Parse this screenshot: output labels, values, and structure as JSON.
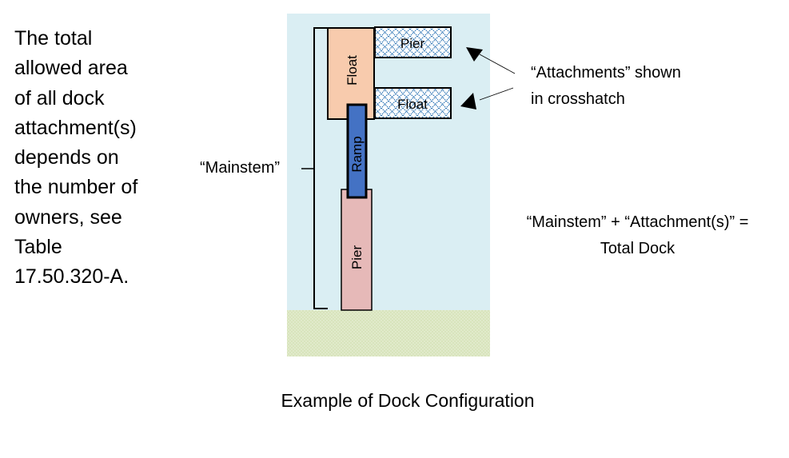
{
  "description": {
    "lines": [
      "The total",
      "allowed area",
      "of all dock",
      "attachment(s)",
      "depends on",
      "the number of",
      "owners, see",
      "Table",
      "17.50.320-A."
    ]
  },
  "diagram": {
    "colors": {
      "water": "#daeef3",
      "land": "#d8e4bc",
      "float_main": "#f8cbad",
      "ramp": "#4472c4",
      "pier_main": "#e6b9b8",
      "crosshatch": "#2e75b6"
    },
    "shapes": {
      "main_float": "Float",
      "ramp": "Ramp",
      "main_pier": "Pier",
      "attachment_pier": "Pier",
      "attachment_float": "Float"
    },
    "labels": {
      "mainstem": "“Mainstem”",
      "attachments_line1": "“Attachments” shown",
      "attachments_line2": "in crosshatch",
      "total_line1": "“Mainstem” + “Attachment(s)” =",
      "total_line2": "Total Dock"
    }
  },
  "caption": "Example of Dock Configuration"
}
